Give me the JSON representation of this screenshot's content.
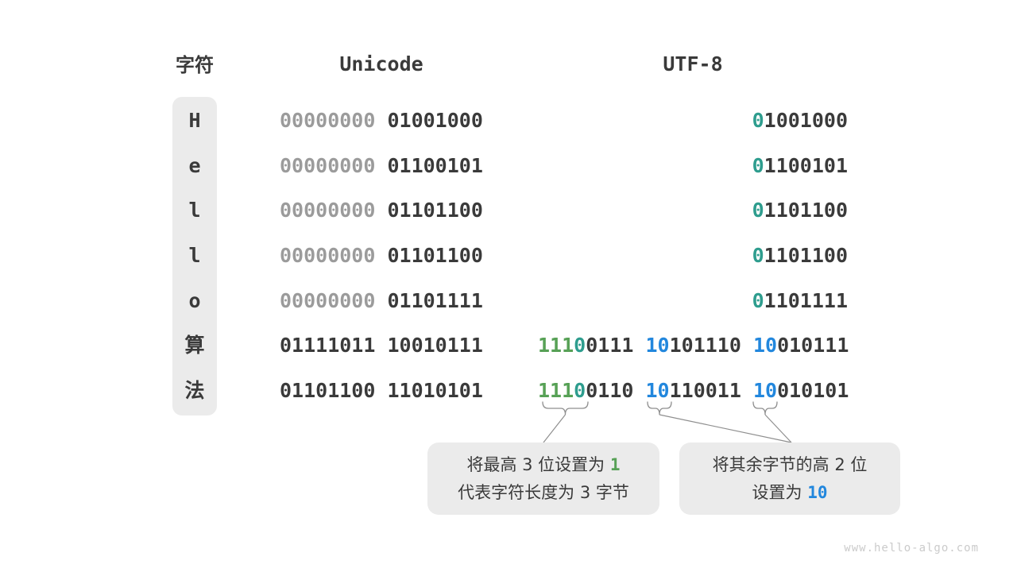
{
  "headers": {
    "char": "字符",
    "unicode": "Unicode",
    "utf8": "UTF-8"
  },
  "colors": {
    "dark": "#3a3a3a",
    "gray": "#9b9b9b",
    "green": "#57a156",
    "teal": "#2e9d8e",
    "blue": "#2287dd"
  },
  "table": {
    "rows": [
      {
        "char": "H",
        "unicode": [
          {
            "t": "00000000",
            "c": "gray"
          },
          {
            "t": " 01001000",
            "c": "dark"
          }
        ],
        "utf8": [
          {
            "t": "0",
            "c": "teal"
          },
          {
            "t": "1001000",
            "c": "dark"
          }
        ]
      },
      {
        "char": "e",
        "unicode": [
          {
            "t": "00000000",
            "c": "gray"
          },
          {
            "t": " 01100101",
            "c": "dark"
          }
        ],
        "utf8": [
          {
            "t": "0",
            "c": "teal"
          },
          {
            "t": "1100101",
            "c": "dark"
          }
        ]
      },
      {
        "char": "l",
        "unicode": [
          {
            "t": "00000000",
            "c": "gray"
          },
          {
            "t": " 01101100",
            "c": "dark"
          }
        ],
        "utf8": [
          {
            "t": "0",
            "c": "teal"
          },
          {
            "t": "1101100",
            "c": "dark"
          }
        ]
      },
      {
        "char": "l",
        "unicode": [
          {
            "t": "00000000",
            "c": "gray"
          },
          {
            "t": " 01101100",
            "c": "dark"
          }
        ],
        "utf8": [
          {
            "t": "0",
            "c": "teal"
          },
          {
            "t": "1101100",
            "c": "dark"
          }
        ]
      },
      {
        "char": "o",
        "unicode": [
          {
            "t": "00000000",
            "c": "gray"
          },
          {
            "t": " 01101111",
            "c": "dark"
          }
        ],
        "utf8": [
          {
            "t": "0",
            "c": "teal"
          },
          {
            "t": "1101111",
            "c": "dark"
          }
        ]
      },
      {
        "char": "算",
        "unicode": [
          {
            "t": "01111011 10010111",
            "c": "dark"
          }
        ],
        "utf8": [
          {
            "t": "111",
            "c": "green"
          },
          {
            "t": "0",
            "c": "teal"
          },
          {
            "t": "0111 ",
            "c": "dark"
          },
          {
            "t": "10",
            "c": "blue"
          },
          {
            "t": "101110 ",
            "c": "dark"
          },
          {
            "t": "10",
            "c": "blue"
          },
          {
            "t": "010111",
            "c": "dark"
          }
        ]
      },
      {
        "char": "法",
        "unicode": [
          {
            "t": "01101100 11010101",
            "c": "dark"
          }
        ],
        "utf8": [
          {
            "t": "111",
            "c": "green"
          },
          {
            "t": "0",
            "c": "teal"
          },
          {
            "t": "0110 ",
            "c": "dark"
          },
          {
            "t": "10",
            "c": "blue"
          },
          {
            "t": "110011 ",
            "c": "dark"
          },
          {
            "t": "10",
            "c": "blue"
          },
          {
            "t": "010101",
            "c": "dark"
          }
        ]
      }
    ]
  },
  "callouts": [
    {
      "lines": [
        [
          {
            "t": "将最高 3 位设置为 "
          },
          {
            "t": "1",
            "c": "green",
            "mono": true
          }
        ],
        [
          {
            "t": "代表字符长度为 3 字节"
          }
        ]
      ]
    },
    {
      "lines": [
        [
          {
            "t": "将其余字节的高 2 位"
          }
        ],
        [
          {
            "t": "设置为 "
          },
          {
            "t": "10",
            "c": "blue",
            "mono": true
          }
        ]
      ]
    }
  ],
  "watermark": "www.hello-algo.com"
}
